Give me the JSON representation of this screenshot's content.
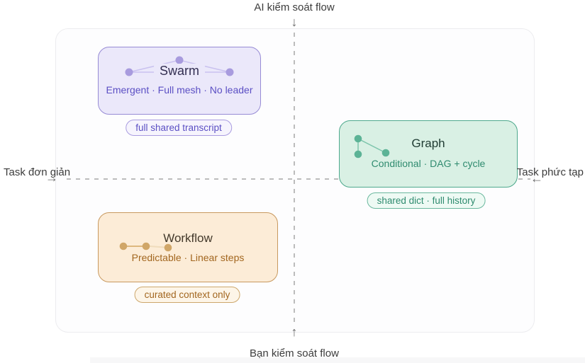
{
  "figure": {
    "type": "quadrant-diagram",
    "axes": {
      "top": {
        "label": "AI kiểm soát flow",
        "arrow_glyph": "↓"
      },
      "bottom": {
        "label": "Bạn kiểm soát flow",
        "arrow_glyph": "↑"
      },
      "left": {
        "label": "Task đơn giản",
        "arrow_glyph": "→"
      },
      "right": {
        "label": "Task phức tạp",
        "arrow_glyph": "←"
      }
    },
    "nodes": {
      "swarm": {
        "title": "Swarm",
        "subtitle": "Emergent · Full mesh · No leader",
        "badge": "full shared transcript",
        "icon": "mesh-network-icon",
        "colors": {
          "bg": "#ebe8fa",
          "border": "#978bd5",
          "text": "#5b4fc4",
          "node_dot": "#a89bde",
          "link": "#c9c1ef"
        }
      },
      "graph": {
        "title": "Graph",
        "subtitle": "Conditional · DAG + cycle",
        "badge": "shared dict · full history",
        "icon": "dag-icon",
        "colors": {
          "bg": "#d9f0e4",
          "border": "#4ea98d",
          "text": "#2f8b6f",
          "node_dot": "#5cb396",
          "link": "#7cc4ab"
        }
      },
      "workflow": {
        "title": "Workflow",
        "subtitle": "Predictable · Linear steps",
        "badge": "curated context only",
        "icon": "linear-steps-icon",
        "colors": {
          "bg": "#fcecd7",
          "border": "#c8995f",
          "text": "#a2661f",
          "node_dot": "#d0a668",
          "link": "#ddb87e"
        }
      }
    }
  }
}
